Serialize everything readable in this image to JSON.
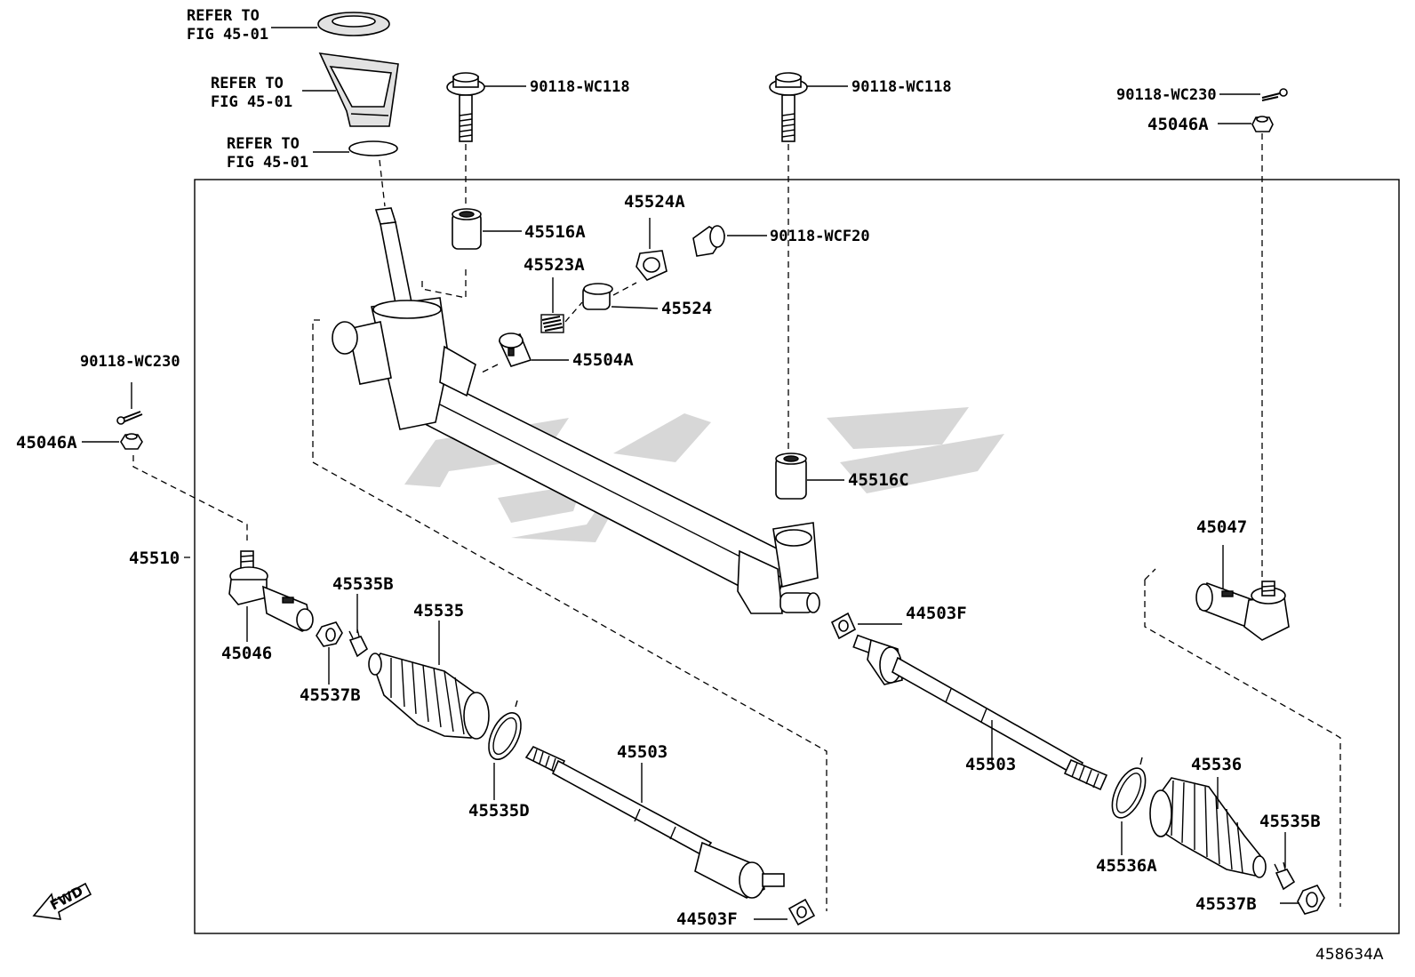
{
  "labels": {
    "refer_top": "REFER TO",
    "refer_top_fig": "FIG 45-01",
    "refer_mid": "REFER TO",
    "refer_mid_fig": "FIG 45-01",
    "refer_low": "REFER TO",
    "refer_low_fig": "FIG 45-01",
    "bolt_left": "90118-WC118",
    "bolt_right": "90118-WC118",
    "pin_right": "90118-WC230",
    "nut_right": "45046A",
    "bush_top": "45516A",
    "guide_plate": "45524A",
    "plug": "90118-WCF20",
    "spring": "45523A",
    "cap": "45524",
    "rack_guide": "45504A",
    "pin_left": "90118-WC230",
    "nut_left": "45046A",
    "bush_right": "45516C",
    "assembly": "45510",
    "tie_end_right": "45047",
    "clip_right": "45535B",
    "boot_left": "45535",
    "washer_right": "44503F",
    "tie_end_left": "45046",
    "lock_nut_left": "45537B",
    "inner_rod_left": "45503",
    "inner_rod_right": "45503",
    "clamp_left": "45535D",
    "boot_right": "45536",
    "clip_right_lower": "45535B",
    "clamp_right": "45536A",
    "washer_left": "44503F",
    "lock_nut_right": "45537B"
  },
  "figure_id": "458634A",
  "fwd_label": "FWD"
}
